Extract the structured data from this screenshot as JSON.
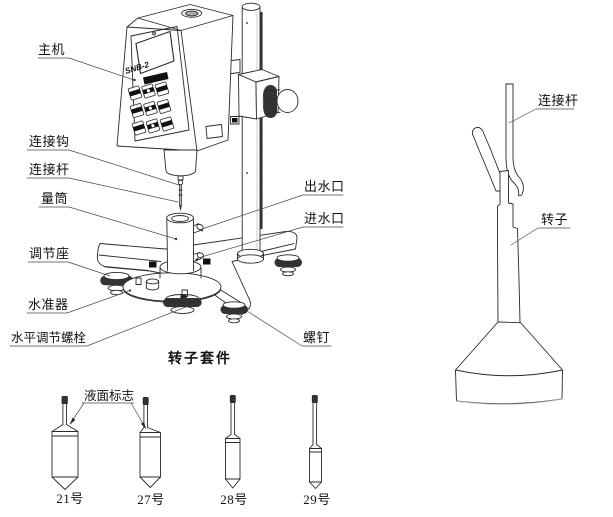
{
  "device": {
    "model": "SNB-2"
  },
  "main_view": {
    "labels": {
      "main_unit": "主机",
      "connect_hook": "连接钩",
      "connect_rod": "连接杆",
      "measuring_cylinder": "量筒",
      "adjust_seat": "调节座",
      "spirit_level": "水准器",
      "level_adjust_bolt": "水平调节螺栓",
      "water_outlet": "出水口",
      "water_inlet": "进水口",
      "screw": "螺钉"
    }
  },
  "rotor_kit": {
    "title": "转子套件",
    "liquid_level_mark": "液面标志",
    "spindles": [
      "21号",
      "27号",
      "28号",
      "29号"
    ]
  },
  "detail_view": {
    "labels": {
      "connect_rod": "连接杆",
      "rotor": "转子"
    }
  },
  "colors": {
    "line": "#2a2a2a",
    "leader": "#4a4a4a",
    "fill_dark": "#111111"
  }
}
